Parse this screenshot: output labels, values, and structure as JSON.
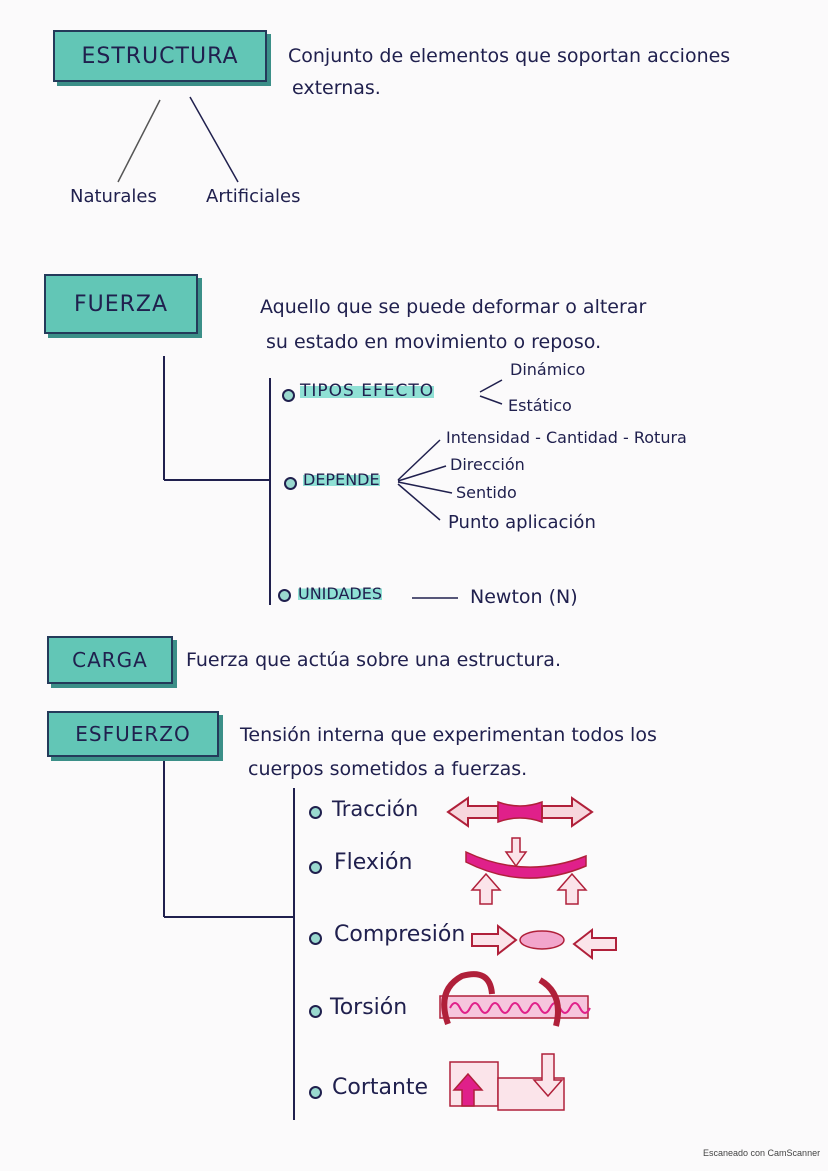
{
  "estructura": {
    "title": "ESTRUCTURA",
    "definition_line1": "Conjunto de elementos que soportan acciones",
    "definition_line2": "externas.",
    "branches": [
      "Naturales",
      "Artificiales"
    ]
  },
  "fuerza": {
    "title": "FUERZA",
    "definition_line1": "Aquello que se puede deformar o alterar",
    "definition_line2": "su estado en movimiento o reposo.",
    "tipos": {
      "label": "TIPOS EFECTO",
      "items": [
        "Dinámico",
        "Estático"
      ]
    },
    "depende": {
      "label": "DEPENDE",
      "items": [
        "Intensidad - Cantidad - Rotura",
        "Dirección",
        "Sentido",
        "Punto aplicación"
      ]
    },
    "unidades": {
      "label": "UNIDADES",
      "value": "Newton (N)"
    }
  },
  "carga": {
    "title": "CARGA",
    "definition": "Fuerza que actúa sobre una estructura."
  },
  "esfuerzo": {
    "title": "ESFUERZO",
    "definition_line1": "Tensión interna que experimentan todos los",
    "definition_line2": "cuerpos sometidos a fuerzas.",
    "types": [
      "Tracción",
      "Flexión",
      "Compresión",
      "Torsión",
      "Cortante"
    ]
  },
  "footer": "Escaneado con CamScanner",
  "colors": {
    "box": "#62c6b6",
    "ink": "#20204e",
    "marker_red": "#b0203a",
    "marker_pink": "#e0208a"
  }
}
